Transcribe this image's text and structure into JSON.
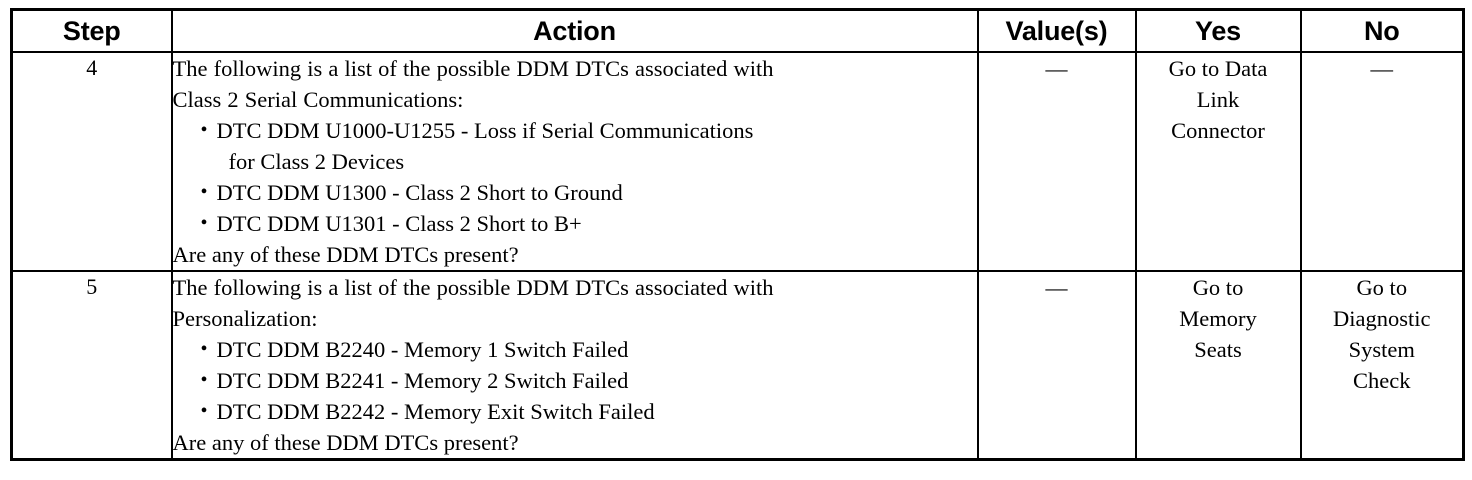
{
  "table": {
    "columns": [
      {
        "key": "step",
        "label": "Step"
      },
      {
        "key": "action",
        "label": "Action"
      },
      {
        "key": "value",
        "label": "Value(s)"
      },
      {
        "key": "yes",
        "label": "Yes"
      },
      {
        "key": "no",
        "label": "No"
      }
    ],
    "rows": [
      {
        "step": "4",
        "action": {
          "intro_line1": "The following is a list of the possible DDM DTCs associated with",
          "intro_line2": "Class 2 Serial Communications:",
          "bullets": [
            {
              "text": "DTC DDM U1000-U1255 - Loss if Serial Communications",
              "continuation": "for Class 2 Devices"
            },
            {
              "text": "DTC DDM U1300 - Class 2 Short to Ground",
              "continuation": ""
            },
            {
              "text": "DTC DDM U1301 - Class 2 Short to B+",
              "continuation": ""
            }
          ],
          "closing": "Are any of these DDM DTCs present?"
        },
        "value": "—",
        "yes": [
          "Go to Data",
          "Link",
          "Connector"
        ],
        "no": [
          "—"
        ]
      },
      {
        "step": "5",
        "action": {
          "intro_line1": "The following is a list of the possible DDM DTCs associated with",
          "intro_line2": "Personalization:",
          "bullets": [
            {
              "text": "DTC DDM B2240 - Memory 1 Switch Failed",
              "continuation": ""
            },
            {
              "text": "DTC DDM B2241 - Memory 2 Switch Failed",
              "continuation": ""
            },
            {
              "text": "DTC DDM B2242 - Memory Exit Switch Failed",
              "continuation": ""
            }
          ],
          "closing": "Are any of these DDM DTCs present?"
        },
        "value": "—",
        "yes": [
          "Go to",
          "Memory",
          "Seats"
        ],
        "no": [
          "Go to",
          "Diagnostic",
          "System",
          "Check"
        ]
      }
    ]
  },
  "colors": {
    "text": "#000000",
    "background": "#ffffff",
    "border": "#000000"
  }
}
